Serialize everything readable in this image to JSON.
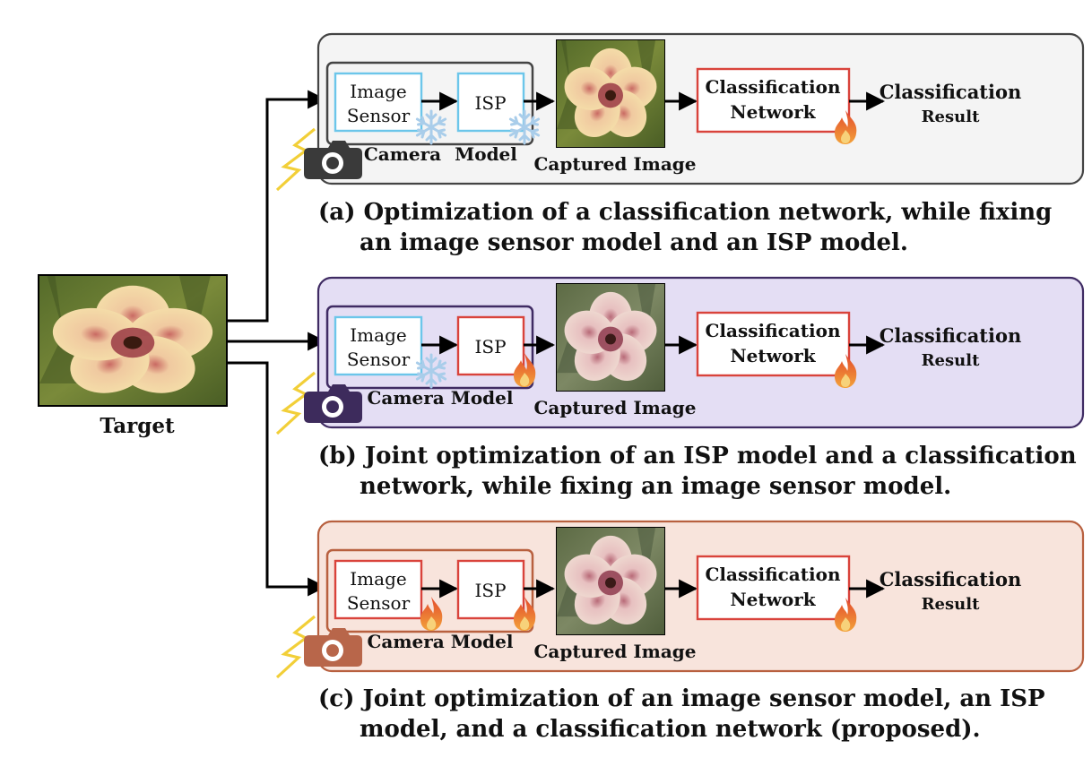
{
  "target": {
    "label": "Target"
  },
  "panels": [
    {
      "id": "a",
      "bg": "#f4f4f4",
      "border": "#444444",
      "camera_color": "#3a3a3a",
      "sensor_border": "#6cc6ea",
      "isp_border": "#6cc6ea",
      "net_border": "#d9433b",
      "sensor_state": "frozen",
      "isp_state": "frozen",
      "net_state": "trainable",
      "sensor_label_1": "Image",
      "sensor_label_2": "Sensor",
      "isp_label": "ISP",
      "camera_label_1": "Camera",
      "camera_label_2": "Model",
      "captured_label": "Captured Image",
      "net_label_1": "Classification",
      "net_label_2": "Network",
      "result_label_1": "Classification",
      "result_label_2": "Result",
      "caption_1": "(a) Optimization of a classification network, while fixing",
      "caption_2": "an image sensor model and an ISP model."
    },
    {
      "id": "b",
      "bg": "#e4def4",
      "border": "#3f2b63",
      "camera_color": "#3d2b5c",
      "sensor_border": "#6cc6ea",
      "isp_border": "#d9433b",
      "net_border": "#d9433b",
      "sensor_state": "frozen",
      "isp_state": "trainable",
      "net_state": "trainable",
      "sensor_label_1": "Image",
      "sensor_label_2": "Sensor",
      "isp_label": "ISP",
      "camera_label_1": "Camera Model",
      "camera_label_2": "",
      "captured_label": "Captured Image",
      "net_label_1": "Classification",
      "net_label_2": "Network",
      "result_label_1": "Classification",
      "result_label_2": "Result",
      "caption_1": "(b) Joint optimization of an ISP model and a classification",
      "caption_2": "network, while fixing an image sensor model."
    },
    {
      "id": "c",
      "bg": "#f8e4dc",
      "border": "#b8603f",
      "camera_color": "#b8664a",
      "sensor_border": "#d9433b",
      "isp_border": "#d9433b",
      "net_border": "#d9433b",
      "sensor_state": "trainable",
      "isp_state": "trainable",
      "net_state": "trainable",
      "sensor_label_1": "Image",
      "sensor_label_2": "Sensor",
      "isp_label": "ISP",
      "camera_label_1": "Camera Model",
      "camera_label_2": "",
      "captured_label": "Captured Image",
      "net_label_1": "Classification",
      "net_label_2": "Network",
      "result_label_1": "Classification",
      "result_label_2": "Result",
      "caption_1": "(c) Joint optimization of an image sensor model, an ISP",
      "caption_2": "model, and a classification network (proposed)."
    }
  ]
}
